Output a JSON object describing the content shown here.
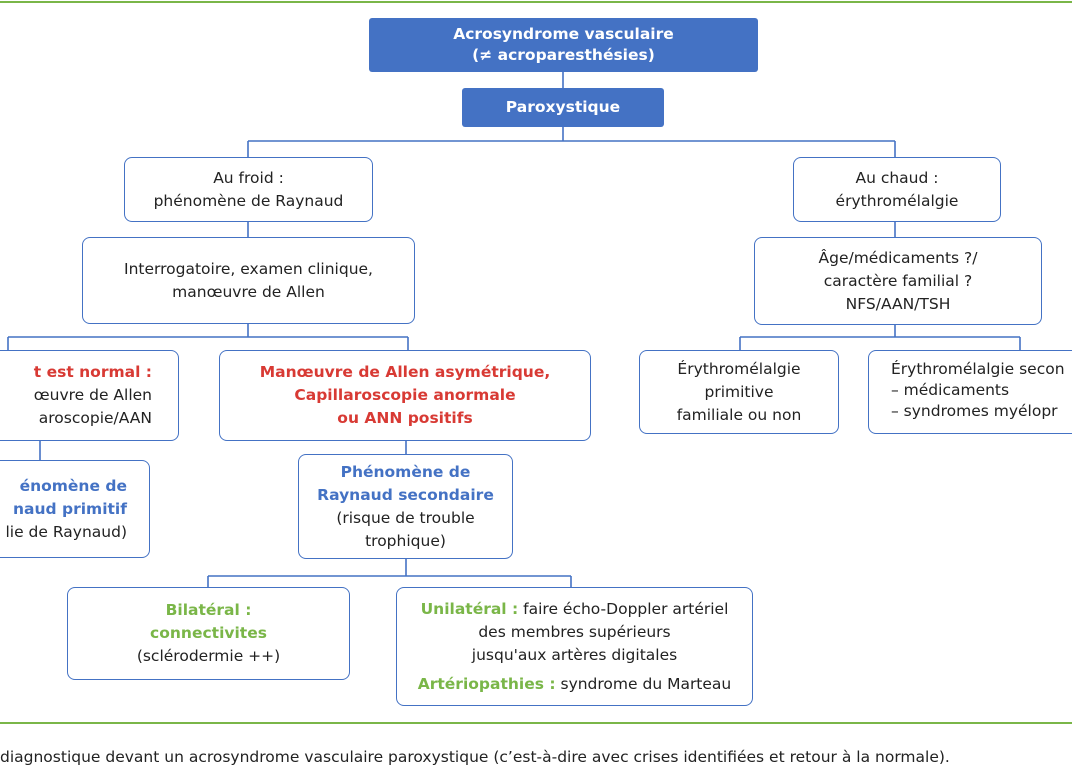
{
  "title": {
    "line1": "Acrosyndrome vasculaire",
    "line2": "(≠ acroparesthésies)"
  },
  "paroxystique": "Paroxystique",
  "froid": {
    "line1": "Au froid :",
    "line2": "phénomène de Raynaud"
  },
  "chaud": {
    "line1": "Au chaud :",
    "line2": "érythromélalgie"
  },
  "interrogatoire": {
    "line1": "Interrogatoire, examen clinique,",
    "line2": "manœuvre de Allen"
  },
  "age": {
    "line1": "Âge/médicaments ?/",
    "line2": "caractère familial ?",
    "line3": "NFS/AAN/TSH"
  },
  "normal": {
    "line1": "t est normal :",
    "line2": "œuvre de Allen",
    "line3": "aroscopie/AAN"
  },
  "asym": {
    "line1": "Manœuvre de Allen asymétrique,",
    "line2": "Capillaroscopie anormale",
    "line3": "ou ANN positifs"
  },
  "erythro_prim": {
    "line1": "Érythromélalgie",
    "line2": "primitive",
    "line3": "familiale ou non"
  },
  "erythro_sec": {
    "line1": "Érythromélalgie secon",
    "line2": "– médicaments",
    "line3": "– syndromes myélopr"
  },
  "primitif": {
    "line1": "énomène de",
    "line2": "naud primitif",
    "line3": "lie de Raynaud)"
  },
  "secondaire": {
    "line1": "Phénomène de",
    "line2": "Raynaud secondaire",
    "line3": "(risque de trouble",
    "line4": "trophique)"
  },
  "bilateral": {
    "line1": "Bilatéral :",
    "line2": "connectivites",
    "line3": "(sclérodermie ++)"
  },
  "unilateral": {
    "label": "Unilatéral :",
    "text1": " faire écho-Doppler artériel",
    "line2": "des membres supérieurs",
    "line3": "jusqu'aux artères digitales",
    "label2": "Artériopathies :",
    "text4": " syndrome du Marteau"
  },
  "caption": "diagnostique devant un acrosyndrome vasculaire paroxystique (c’est-à-dire avec crises identifiées et retour à la normale).",
  "colors": {
    "accent_blue": "#4472c4",
    "red": "#d83a34",
    "green": "#7ab648"
  }
}
